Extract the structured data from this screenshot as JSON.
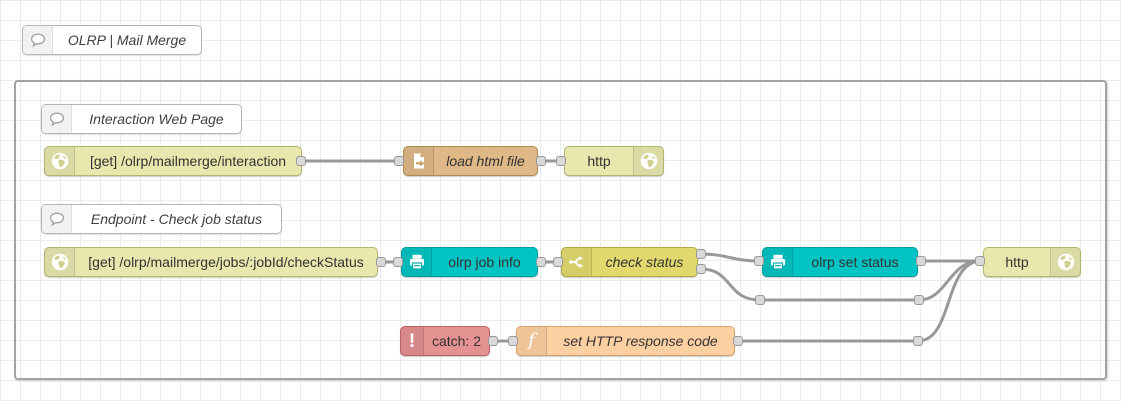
{
  "editor": {
    "kind": "node-red-flow-canvas"
  },
  "palette": {
    "http_node": "#e7e7ae",
    "file_node": "#deb887",
    "switch_node": "#e2d96e",
    "service_node": "#00c3c3",
    "catch_node": "#e49191",
    "function_node": "#fdd0a2",
    "comment_node": "#ffffff",
    "wire": "#999999",
    "port": "#d9d9d9",
    "group_border": "#a2a2a2",
    "grid_line": "#ececec"
  },
  "comments": [
    {
      "label": "OLRP | Mail Merge"
    },
    {
      "label": "Interaction Web Page"
    },
    {
      "label": "Endpoint - Check job status"
    }
  ],
  "nodes": [
    {
      "id": "http-in-interaction",
      "type": "http in",
      "label": "[get] /olrp/mailmerge/interaction"
    },
    {
      "id": "load-html-file",
      "type": "file in",
      "label": "load html file"
    },
    {
      "id": "http-response-1",
      "type": "http response",
      "label": "http"
    },
    {
      "id": "http-in-checkstatus",
      "type": "http in",
      "label": "[get] /olrp/mailmerge/jobs/:jobId/checkStatus"
    },
    {
      "id": "olrp-job-info",
      "type": "service",
      "label": "olrp job info"
    },
    {
      "id": "check-status",
      "type": "switch",
      "label": "check status",
      "outputs": 2
    },
    {
      "id": "olrp-set-status",
      "type": "service",
      "label": "olrp set status"
    },
    {
      "id": "http-response-2",
      "type": "http response",
      "label": "http"
    },
    {
      "id": "catch-2",
      "type": "catch",
      "label": "catch: 2"
    },
    {
      "id": "set-http-response-code",
      "type": "function",
      "label": "set HTTP response code"
    }
  ]
}
